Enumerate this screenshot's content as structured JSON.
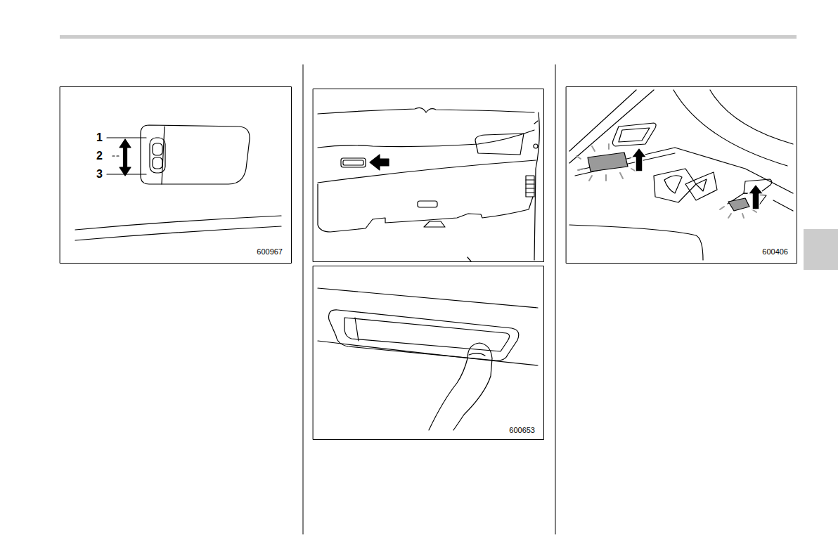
{
  "diagram": {
    "labels": [
      "1",
      "2",
      "3",
      "600967",
      "600653",
      "600406"
    ]
  }
}
